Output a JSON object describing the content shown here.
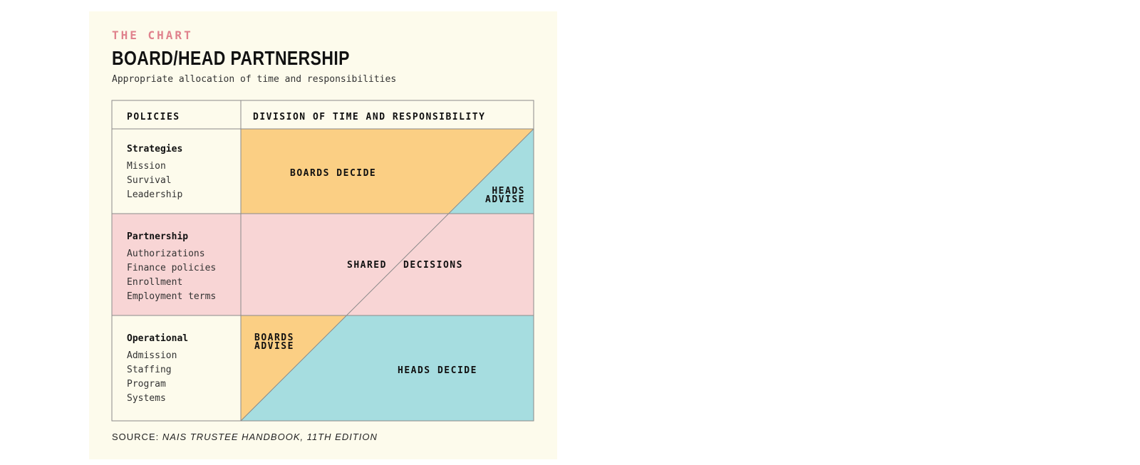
{
  "header": {
    "eyebrow": "THE CHART",
    "title": "BOARD/HEAD PARTNERSHIP",
    "subtitle": "Appropriate allocation of time and responsibilities"
  },
  "table": {
    "col_headers": [
      "POLICIES",
      "DIVISION OF TIME AND RESPONSIBILITY"
    ],
    "rows": [
      {
        "heading": "Strategies",
        "items": [
          "Mission",
          "Survival",
          "Leadership"
        ]
      },
      {
        "heading": "Partnership",
        "items": [
          "Authorizations",
          "Finance policies",
          "Enrollment",
          "Employment terms"
        ]
      },
      {
        "heading": "Operational",
        "items": [
          "Admission",
          "Staffing",
          "Program",
          "Systems"
        ]
      }
    ]
  },
  "regions": {
    "boards_decide": "BOARDS DECIDE",
    "heads_advise_1": "HEADS",
    "heads_advise_2": "ADVISE",
    "shared_1": "SHARED",
    "shared_2": "DECISIONS",
    "boards_advise_1": "BOARDS",
    "boards_advise_2": "ADVISE",
    "heads_decide": "HEADS DECIDE"
  },
  "colors": {
    "boards": "#fbcf84",
    "heads": "#a6dde0",
    "shared": "#f8d5d5",
    "eyebrow": "#e0828d",
    "background": "#fdfbec"
  },
  "source": {
    "label": "SOURCE:",
    "title": "NAIS TRUSTEE HANDBOOK, 11TH EDITION"
  }
}
